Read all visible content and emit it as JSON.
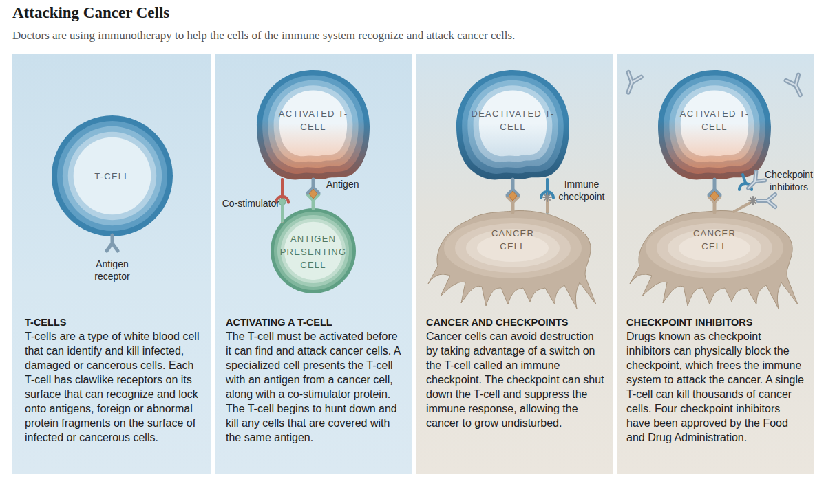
{
  "diagram": {
    "title": "Attacking Cancer Cells",
    "caption": "Doctors are using immunotherapy to help the cells of the immune system recognize and attack cancer cells.",
    "nodes": [
      {
        "text": [
          "T-CELLS",
          "T-cells are a type of white blood cell that can identify and kill infected, damaged or cancerous cells. Each T-cell has clawlike receptors on its surface that can recognize and lock onto antigens, foreign or abnormal protein fragments on the surface of infected or cancerous cells."
        ]
      },
      {
        "text": [
          "T-CELL"
        ],
        "in": 0
      },
      {
        "text": [
          "ACTIVATING A T-CELL",
          "The T-cell must be activated before it can find and attack cancer cells. A specialized cell presents the T-cell with an antigen from a cancer cell, along with a co-stimulator protein. The T-cell begins to hunt down and kill any cells that are covered with the same antigen."
        ]
      },
      {
        "text": [
          "ACTIVATED T-CELL"
        ],
        "in": 2
      },
      {
        "text": [
          "ANTIGEN PRESENTING CELL"
        ],
        "in": 2
      },
      {
        "text": [
          "CANCER AND CHECKPOINTS",
          "Cancer cells can avoid destruction by taking advantage of a switch on the T-cell called an immune checkpoint. The checkpoint can shut down the T-cell and suppress the immune response, allowing the cancer to grow undisturbed."
        ]
      },
      {
        "text": [
          "DEACTIVATED T-CELL"
        ],
        "in": 5
      },
      {
        "text": [
          "CANCER CELL"
        ],
        "in": 5
      },
      {
        "text": [
          "CHECKPOINT INHIBITORS",
          "Drugs known as checkpoint inhibitors can physically block the checkpoint, which frees the immune system to attack the cancer. A single T-cell can kill thousands of cancer cells. Four checkpoint inhibitors have been approved by the Food and Drug Administration."
        ]
      },
      {
        "text": [
          "ACTIVATED T-CELL"
        ],
        "in": 8
      },
      {
        "text": [
          "CANCER CELL"
        ],
        "in": 8
      }
    ],
    "edges": [
      {
        "from": 3,
        "to": 4,
        "arrow": "none",
        "label": "Co-stimulator"
      },
      {
        "from": 3,
        "to": 4,
        "arrow": "none",
        "label": "Antigen"
      },
      {
        "from": 6,
        "to": 7,
        "arrow": "none"
      },
      {
        "from": 6,
        "to": 7,
        "arrow": "none",
        "label": "Immune checkpoint"
      },
      {
        "from": 9,
        "to": 10,
        "arrow": "none"
      }
    ],
    "labels": [
      "Antigen receptor",
      "Checkpoint inhibitors"
    ]
  }
}
